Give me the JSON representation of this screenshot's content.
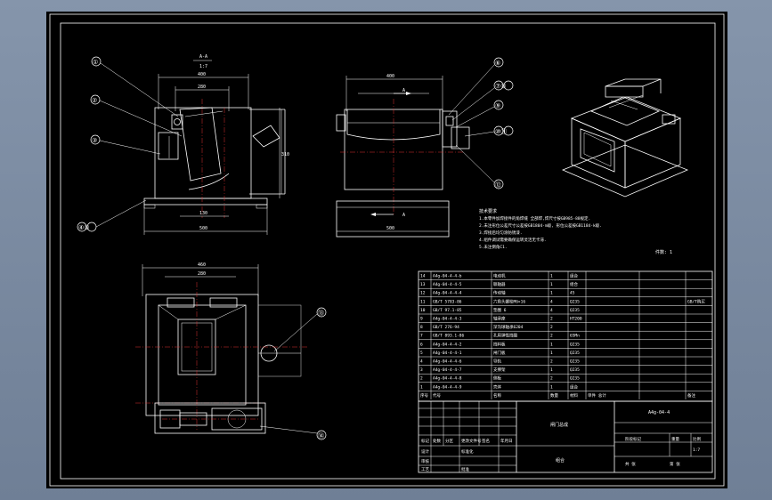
{
  "views": {
    "section_label": "A-A",
    "section_scale": "1:7",
    "dims": {
      "front_top_outer": "400",
      "front_top_inner": "280",
      "front_height": "310",
      "front_bottom_inner": "130",
      "front_bottom_outer": "500",
      "side_top": "400",
      "side_bottom": "500",
      "plan_top_outer": "460",
      "plan_top_inner": "280"
    },
    "arrow_label": "A",
    "balloons_front": [
      "①",
      "②",
      "③",
      "④⑤"
    ],
    "balloons_side": [
      "⑥",
      "⑦⑧",
      "⑨",
      "⑩⑪",
      "⑫"
    ],
    "balloons_plan": [
      "⑬",
      "⑭"
    ]
  },
  "notes": {
    "heading": "技术要求",
    "lines": [
      "1.本零件加焊接件的角焊缝 全部焊,焊尺寸按GB985-88规定.",
      "2.未注形位公差尺寸公差按GB1804-m级, 形位公差按GB1184-k级.",
      "3.焊接后均匀涂防锈漆.",
      "4.组件调试需要确保运转灵活无卡滞.",
      "5.未注倒角C1."
    ],
    "page_label": "件数: 1"
  },
  "bom": {
    "rows": [
      {
        "no": "14",
        "code": "A4g-04-4-4-b",
        "name": "电动机",
        "qty": "1",
        "mat": "组合",
        "note": ""
      },
      {
        "no": "13",
        "code": "A4g-04-4-4-5",
        "name": "联轴器",
        "qty": "1",
        "mat": "组合",
        "note": ""
      },
      {
        "no": "12",
        "code": "A4g-04-4-4-4",
        "name": "传动轴",
        "qty": "1",
        "mat": "45",
        "note": ""
      },
      {
        "no": "11",
        "code": "GB/T 5783-86",
        "name": "六角头螺栓M6×16",
        "qty": "4",
        "mat": "Q235",
        "note": "GB/T购买"
      },
      {
        "no": "10",
        "code": "GB/T 97.1-85",
        "name": "垫圈 6",
        "qty": "4",
        "mat": "Q235",
        "note": ""
      },
      {
        "no": "9",
        "code": "A4g-04-4-4-3",
        "name": "轴承座",
        "qty": "2",
        "mat": "HT200",
        "note": ""
      },
      {
        "no": "8",
        "code": "GB/T 276-94",
        "name": "深沟球轴承6204",
        "qty": "2",
        "mat": "",
        "note": ""
      },
      {
        "no": "7",
        "code": "GB/T 893.1-86",
        "name": "孔用弹性挡圈",
        "qty": "2",
        "mat": "65Mn",
        "note": ""
      },
      {
        "no": "6",
        "code": "A4g-04-4-4-2",
        "name": "挡料板",
        "qty": "1",
        "mat": "Q235",
        "note": ""
      },
      {
        "no": "5",
        "code": "A4g-04-4-4-1",
        "name": "闸门板",
        "qty": "1",
        "mat": "Q235",
        "note": ""
      },
      {
        "no": "4",
        "code": "A4g-04-4-4-6",
        "name": "导轨",
        "qty": "2",
        "mat": "Q235",
        "note": ""
      },
      {
        "no": "3",
        "code": "A4g-04-4-4-7",
        "name": "支撑架",
        "qty": "1",
        "mat": "Q235",
        "note": ""
      },
      {
        "no": "2",
        "code": "A4g-04-4-4-8",
        "name": "侧板",
        "qty": "2",
        "mat": "Q235",
        "note": ""
      },
      {
        "no": "1",
        "code": "A4g-04-4-4-9",
        "name": "壳体",
        "qty": "1",
        "mat": "组合",
        "note": ""
      }
    ],
    "header": {
      "no": "序号",
      "code": "代号",
      "name": "名称",
      "qty": "数量",
      "mat": "材料",
      "weight": "单件 总计",
      "wlabel": "重量",
      "note": "备注"
    }
  },
  "title_block": {
    "drawing_no": "A4g-04-4",
    "part_name": "闸门总成",
    "material": "组合",
    "stage": "阶段标记",
    "weight": "重量",
    "scale": "比例",
    "scale_val": "1:7",
    "sheets": "共 张",
    "sheet": "第 张",
    "mark": "标记",
    "count": "处数",
    "zone": "分区",
    "change_no": "更改文件号",
    "sign": "签名",
    "date": "年月日",
    "design": "设计",
    "std": "标准化",
    "check": "审核",
    "craft": "工艺",
    "approve": "批准"
  }
}
